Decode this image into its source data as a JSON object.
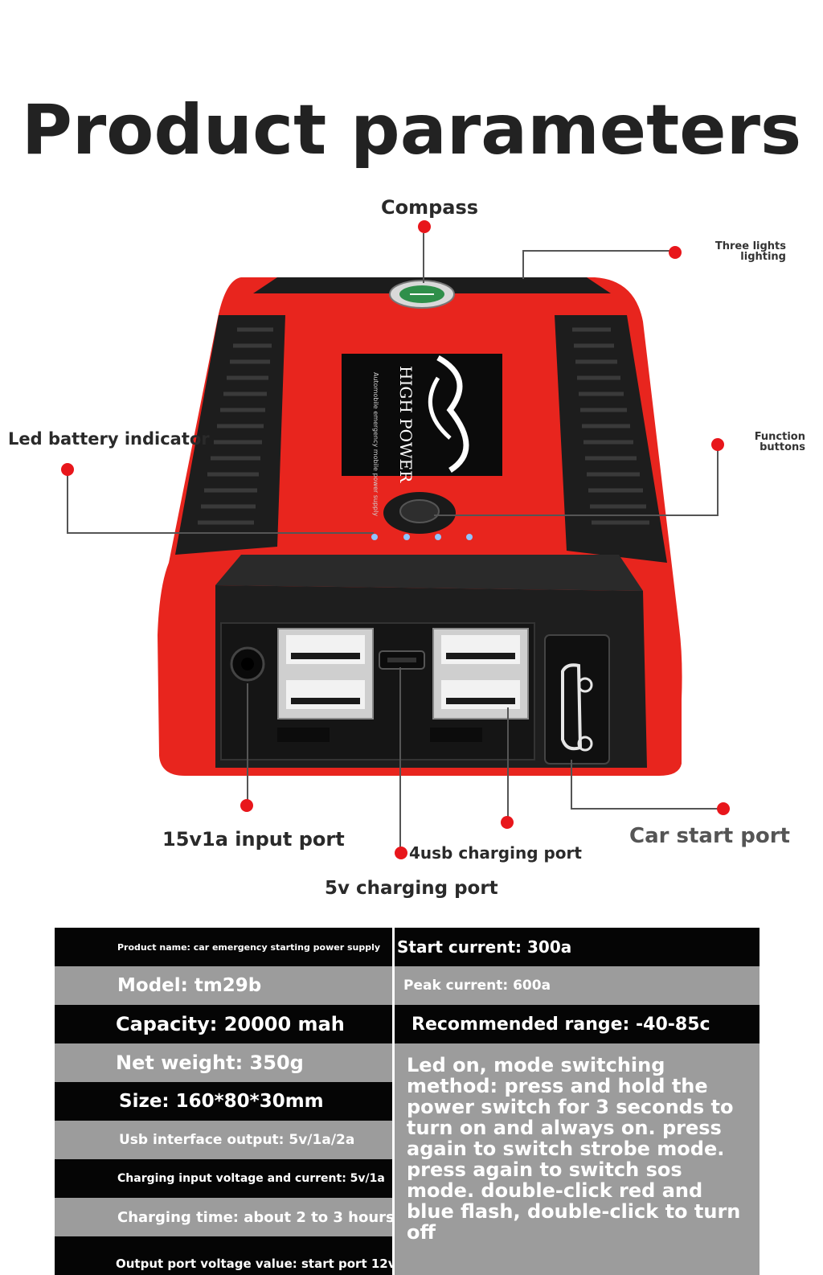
{
  "page_title": "Product parameters",
  "callouts": {
    "compass": "Compass",
    "three_lights": "Three lights lighting",
    "led_indicator": "Led battery indicator",
    "function_buttons": "Function buttons",
    "input_port": "15v1a input port",
    "usb_port": "4usb charging port",
    "car_start_port": "Car start port",
    "charging_5v": "5v charging port"
  },
  "device": {
    "brand_text": "HIGH POWER",
    "sub_text": "Automobile emergency mobile power supply"
  },
  "specs_left": [
    "Product name: car emergency starting power supply",
    "Model: tm29b",
    "Capacity: 20000 mah",
    "Net weight: 350g",
    "Size: 160*80*30mm",
    "Usb interface output: 5v/1a/2a",
    "Charging input voltage and current: 5v/1a",
    "Charging time: about 2 to 3 hours",
    "Output port voltage value: start port 12v"
  ],
  "specs_right": {
    "start_current": "Start current: 300a",
    "peak_current": "Peak current: 600a",
    "recommended_range": "Recommended range: -40-85c",
    "mode_description": "Led on, mode switching method: press and hold the power switch for 3 seconds to turn on and always on. press again to switch strobe mode. press again to switch sos mode. double-click red and blue flash, double-click to turn off"
  },
  "colors": {
    "device_red": "#e8251e",
    "device_black": "#1a1a1a",
    "marker_red": "#e8161b",
    "row_black": "#050505",
    "row_gray": "#9c9c9c"
  }
}
